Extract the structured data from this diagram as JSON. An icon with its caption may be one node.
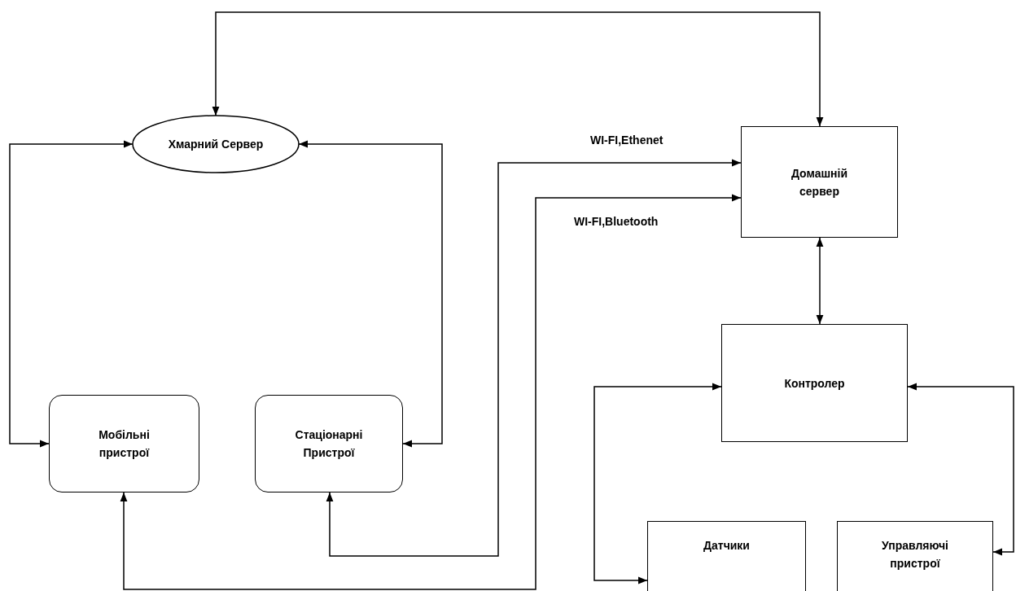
{
  "diagram": {
    "nodes": [
      {
        "text": [
          "Хмарний Сервер"
        ]
      },
      {
        "text": [
          "Домашній сервер"
        ]
      },
      {
        "text": [
          "Мобільні пристрої"
        ]
      },
      {
        "text": [
          "Стаціонарні Пристрої"
        ]
      },
      {
        "text": [
          "Контролер"
        ]
      },
      {
        "text": [
          "Датчики"
        ]
      },
      {
        "text": [
          "Управляючі пристрої"
        ]
      }
    ],
    "edges": [
      {
        "from": 0,
        "to": 1,
        "arrow": "both"
      },
      {
        "from": 0,
        "to": 2,
        "arrow": "both"
      },
      {
        "from": 0,
        "to": 3,
        "arrow": "both"
      },
      {
        "from": 3,
        "to": 1,
        "arrow": "both",
        "label": "WI-FI,Ethenet"
      },
      {
        "from": 2,
        "to": 1,
        "arrow": "both",
        "label": "WI-FI,Bluetooth"
      },
      {
        "from": 1,
        "to": 4,
        "arrow": "both"
      },
      {
        "from": 4,
        "to": 5,
        "arrow": "both"
      },
      {
        "from": 6,
        "to": 4,
        "arrow": "both"
      }
    ]
  }
}
